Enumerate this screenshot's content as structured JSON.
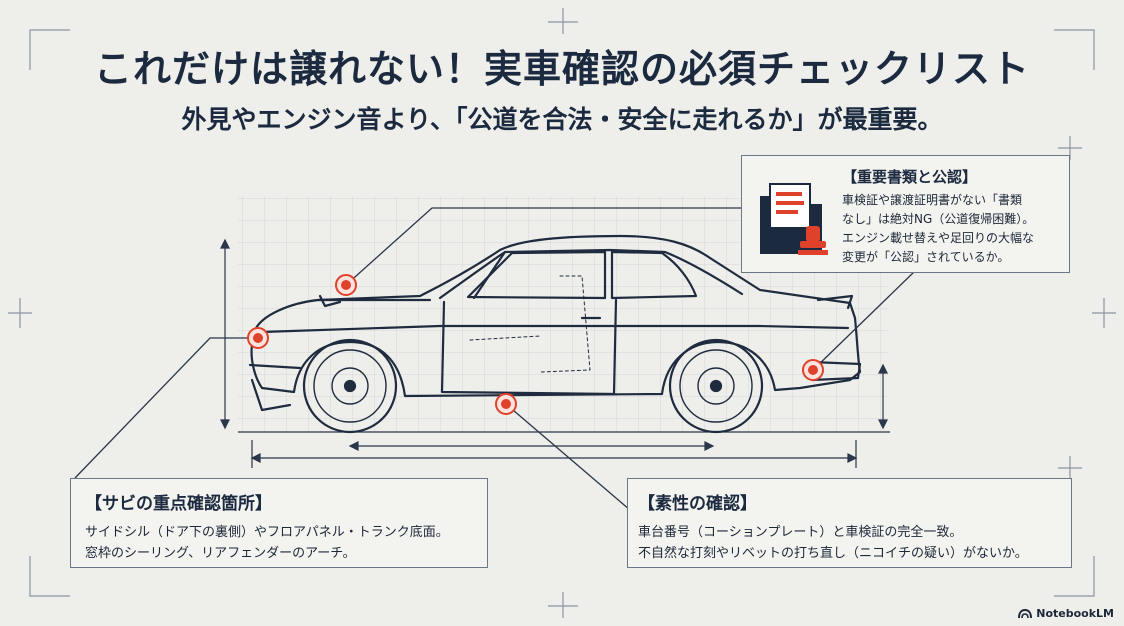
{
  "title": "これだけは譲れない！実車確認の必須チェックリスト",
  "subtitle": "外見やエンジン音より、「公道を合法・安全に走れるか」が最重要。",
  "callouts": {
    "docs": {
      "heading": "【重要書類と公認】",
      "lines": [
        "車検証や譲渡証明書がない「書類",
        "なし」は絶対NG（公道復帰困難）。",
        "エンジン載せ替えや足回りの大幅な",
        "変更が「公認」されているか。"
      ]
    },
    "rust": {
      "heading": "【サビの重点確認箇所】",
      "lines": [
        "サイドシル（ドア下の裏側）やフロアパネル・トランク底面。",
        "窓枠のシーリング、リアフェンダーのアーチ。"
      ]
    },
    "identity": {
      "heading": "【素性の確認】",
      "lines": [
        "車台番号（コーションプレート）と車検証の完全一致。",
        "不自然な打刻やリベットの打ち直し（ニコイチの疑い）がないか。"
      ]
    }
  },
  "footer": {
    "brand": "NotebookLM"
  },
  "colors": {
    "ink": "#1c2a40",
    "accent_red": "#e0412b",
    "line": "#2a3649",
    "grid": "#c9ccd0",
    "background": "#eeeeea"
  },
  "icons": [
    "document-folder-icon",
    "stamp-icon",
    "notebooklm-logo-icon"
  ]
}
